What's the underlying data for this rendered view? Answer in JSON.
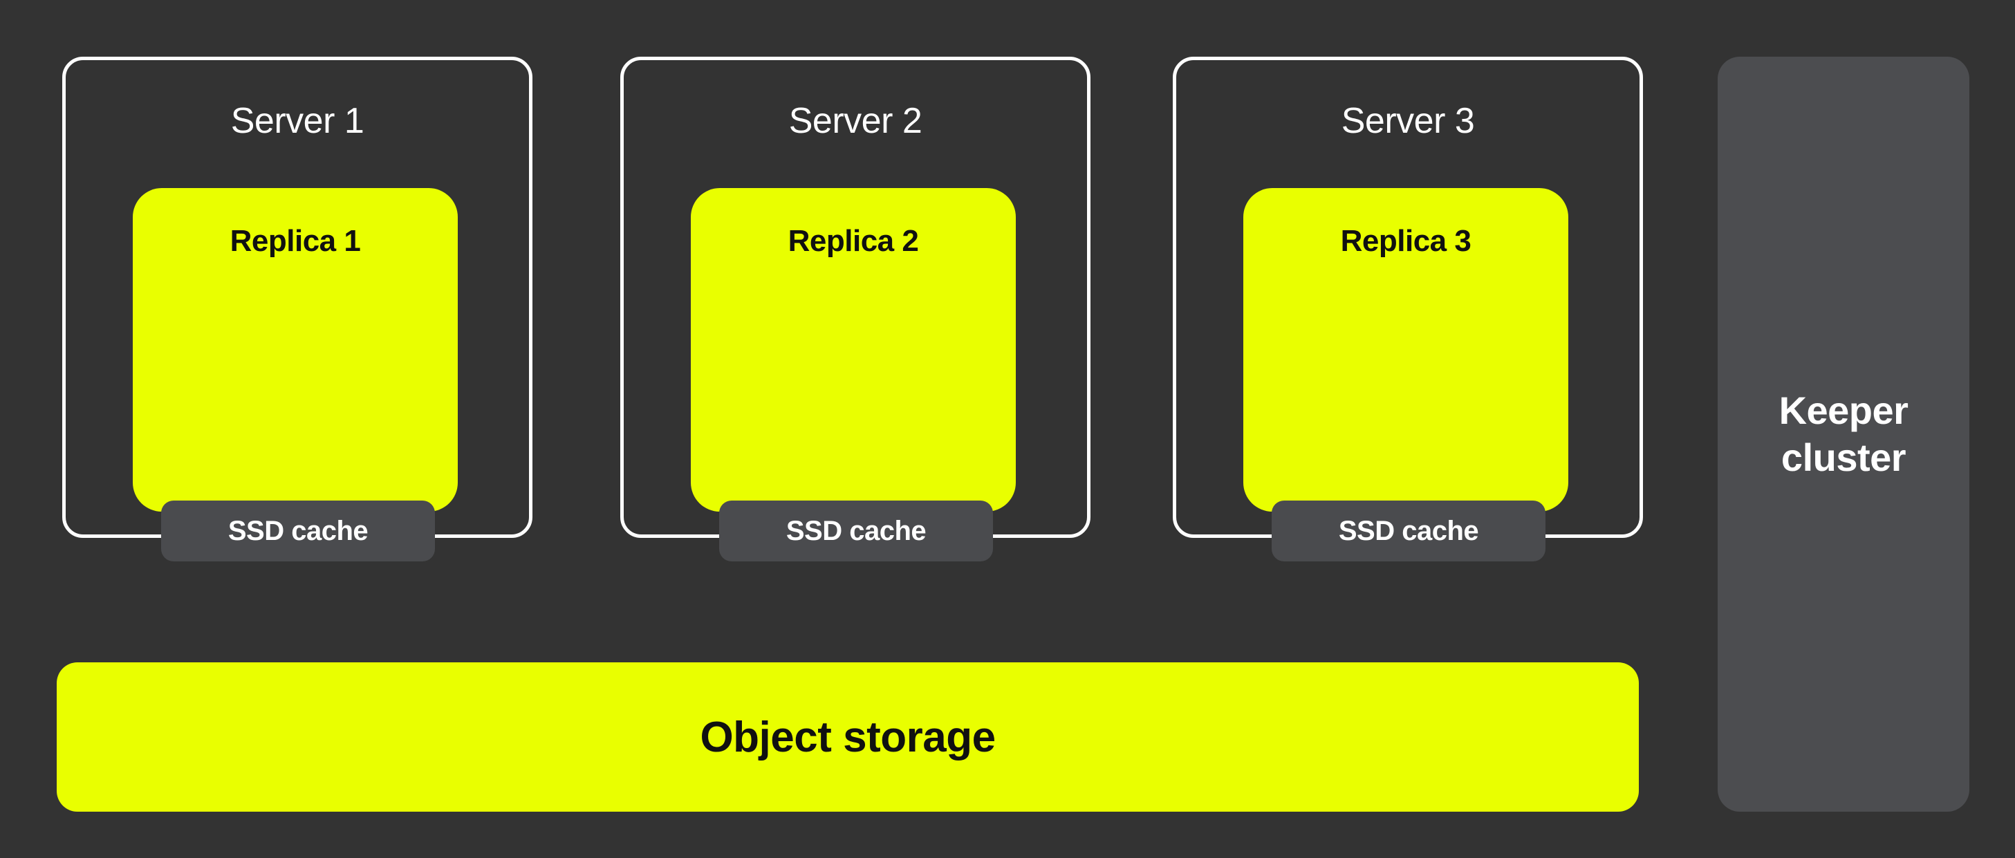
{
  "colors": {
    "bg": "#333333",
    "accent_yellow": "#E9FF00",
    "panel_gray": "#4C4D50",
    "cache_gray": "#4A4B4E",
    "border_white": "#FFFFFF",
    "text_light": "#FFFFFF",
    "text_dark": "#101010"
  },
  "diagram": {
    "servers": [
      {
        "label": "Server 1",
        "replica_label": "Replica 1",
        "cache_label": "SSD cache"
      },
      {
        "label": "Server 2",
        "replica_label": "Replica 2",
        "cache_label": "SSD cache"
      },
      {
        "label": "Server 3",
        "replica_label": "Replica 3",
        "cache_label": "SSD cache"
      }
    ],
    "keeper_label": "Keeper cluster",
    "storage_label": "Object storage"
  }
}
